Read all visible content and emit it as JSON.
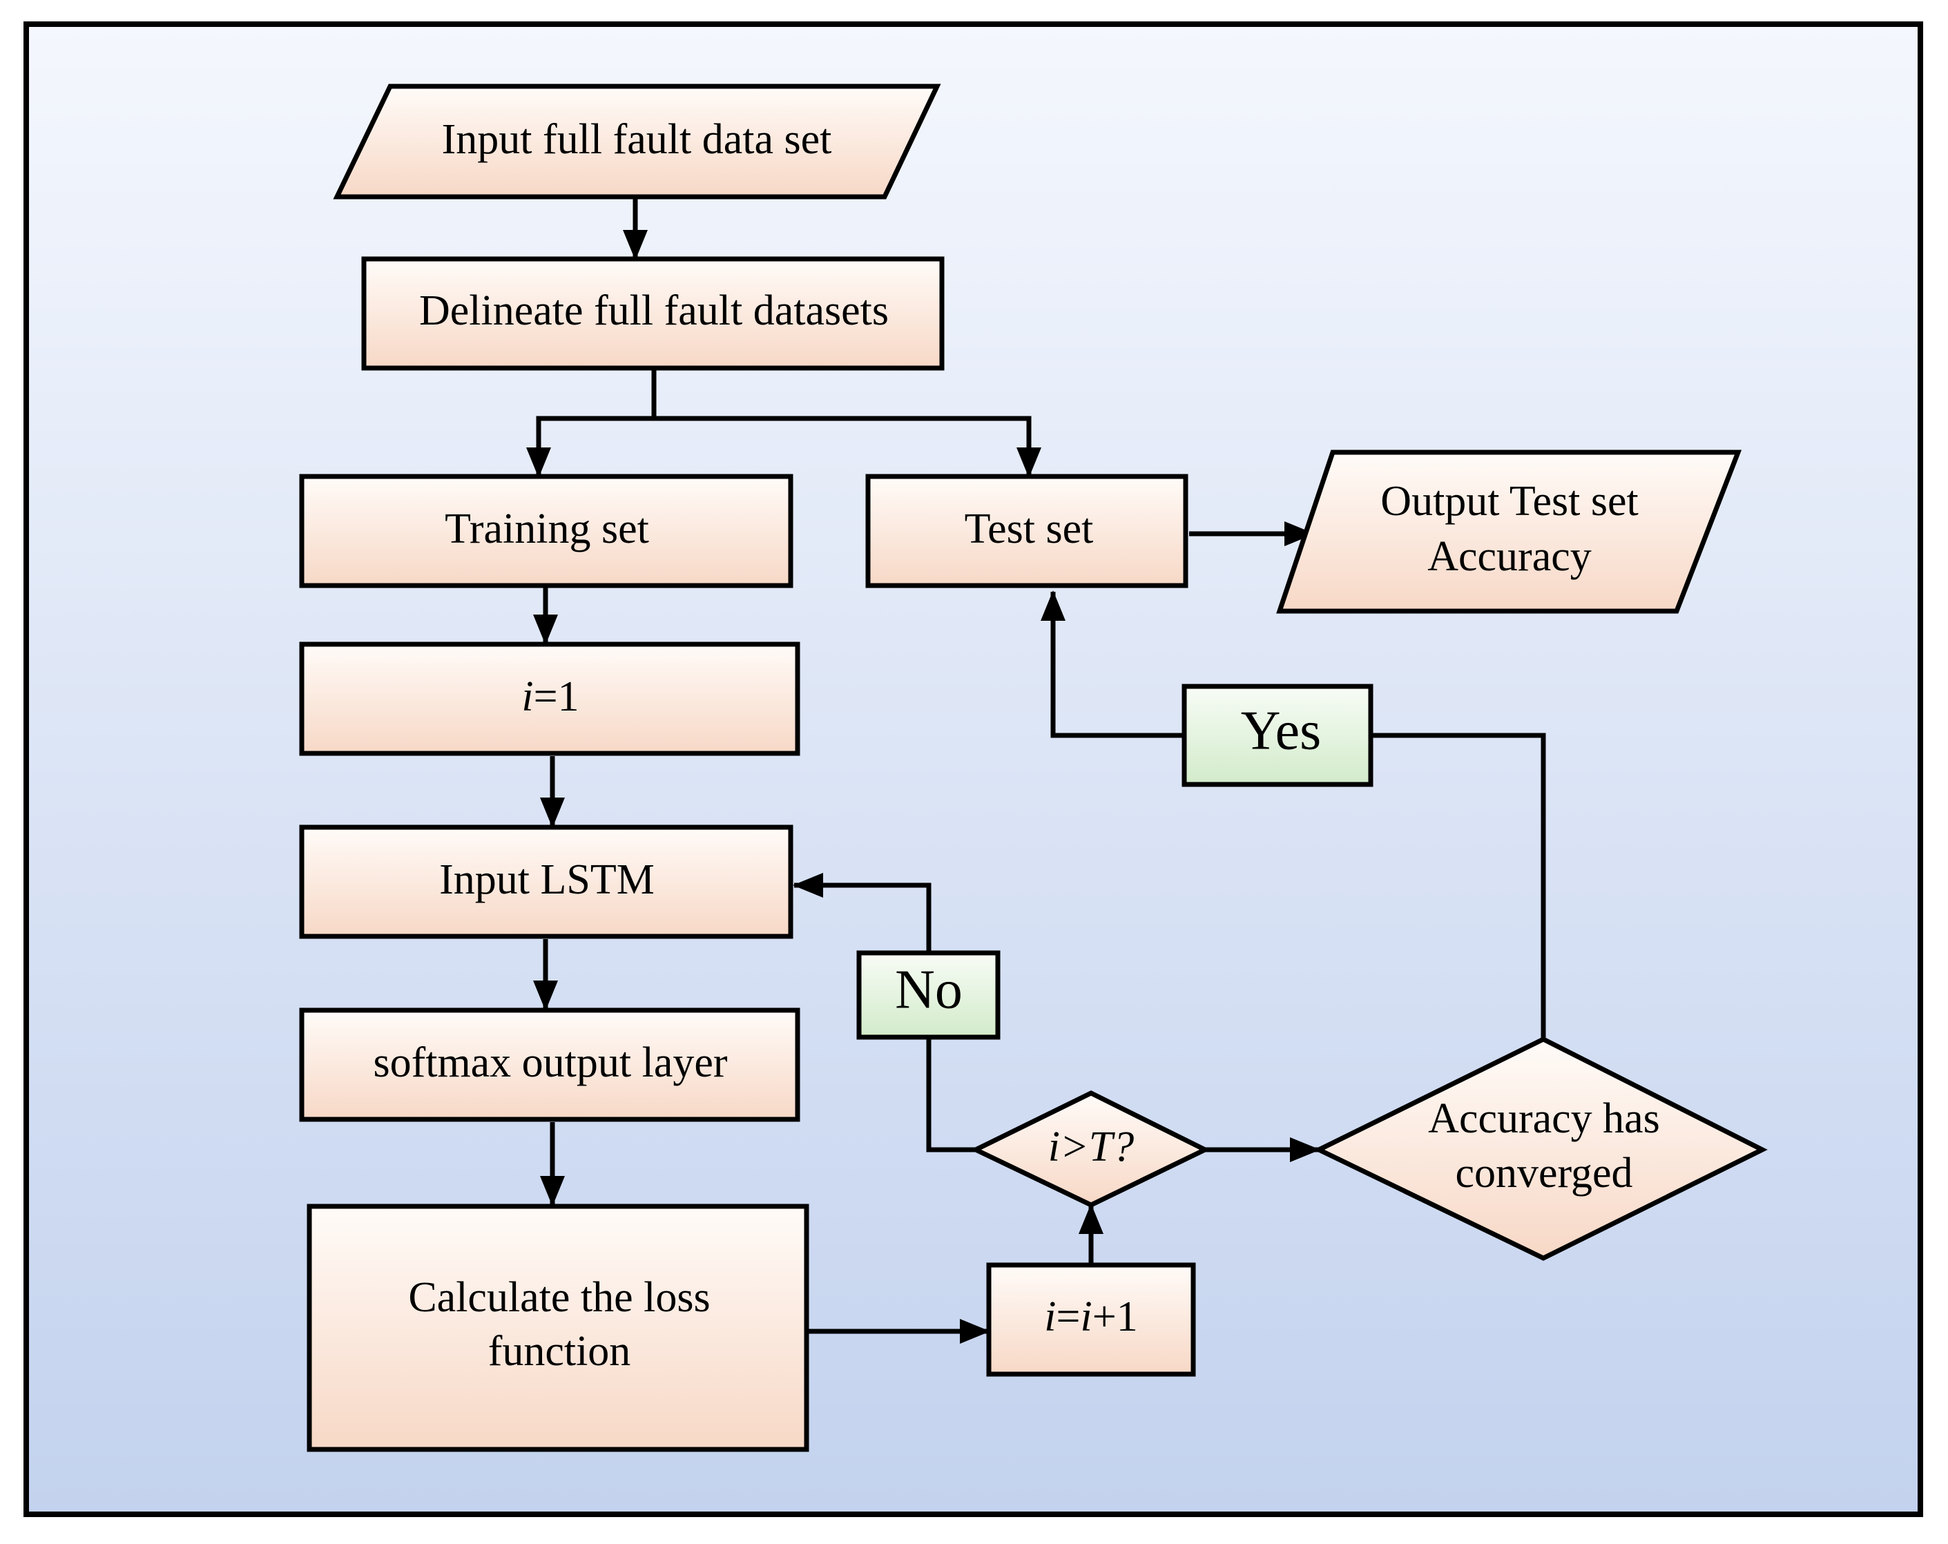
{
  "nodes": {
    "input_data": "Input full fault data set",
    "delineate": "Delineate full fault datasets",
    "training_set": "Training set",
    "test_set": "Test set",
    "output_accuracy": [
      "Output Test set",
      "Accuracy"
    ],
    "init_i": {
      "var": "i",
      "rest": "=1"
    },
    "input_lstm": "Input LSTM",
    "softmax": "softmax output layer",
    "loss": [
      "Calculate the loss",
      "function"
    ],
    "increment": {
      "v1": "i",
      "eq": "=",
      "v2": "i",
      "rest": "+1"
    },
    "check_iter": {
      "var": "i",
      "op": ">",
      "T": "T",
      "q": "?"
    },
    "converged": [
      "Accuracy has",
      "converged"
    ]
  },
  "labels": {
    "yes": "Yes",
    "no": "No"
  },
  "colors": {
    "background_top": "#f4f7fd",
    "background_bottom": "#c3d2ee",
    "box_top": "#fffbf8",
    "box_bottom": "#f7d8c6",
    "label_box_top": "#f8fcf6",
    "label_box_bottom": "#d2ebca",
    "stroke": "#000000"
  }
}
